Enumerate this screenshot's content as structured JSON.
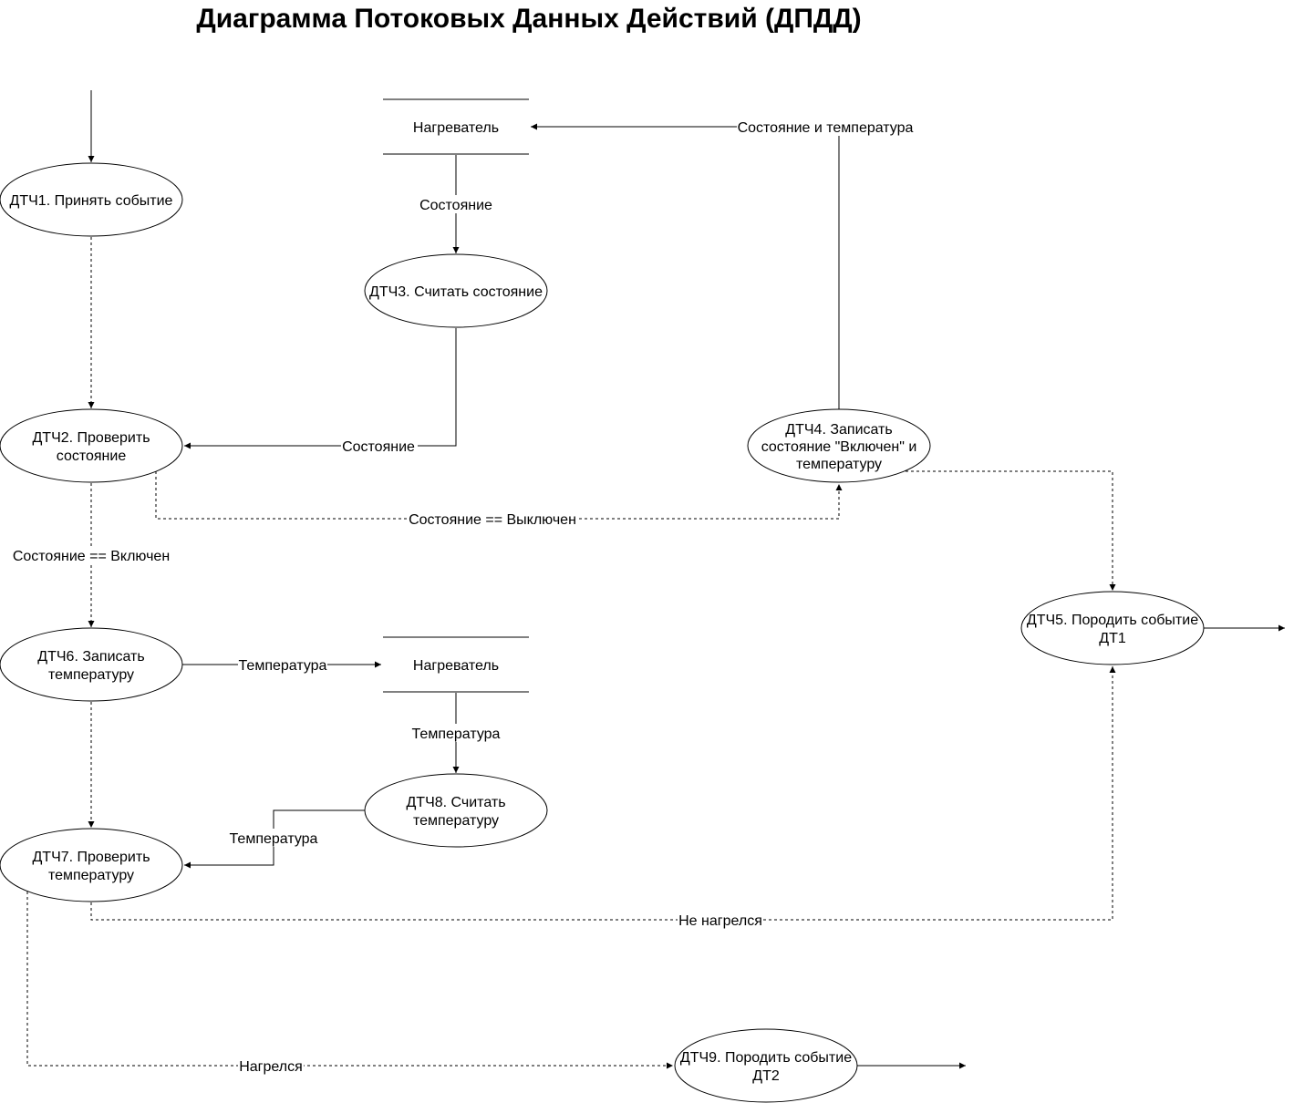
{
  "title": "Диаграмма Потоковых Данных Действий (ДПДД)",
  "processes": {
    "p1": [
      "ДТЧ1. Принять событие"
    ],
    "p2": [
      "ДТЧ2. Проверить",
      "состояние"
    ],
    "p3": [
      "ДТЧ3. Считать состояние"
    ],
    "p4": [
      "ДТЧ4. Записать",
      "состояние \"Включен\" и",
      "температуру"
    ],
    "p5": [
      "ДТЧ5. Породить событие",
      "ДТ1"
    ],
    "p6": [
      "ДТЧ6. Записать",
      "температуру"
    ],
    "p7": [
      "ДТЧ7. Проверить",
      "температуру"
    ],
    "p8": [
      "ДТЧ8. Считать",
      "температуру"
    ],
    "p9": [
      "ДТЧ9. Породить событие",
      "ДТ2"
    ]
  },
  "stores": {
    "s1": "Нагреватель",
    "s2": "Нагреватель"
  },
  "flows": {
    "f_state_temp": "Состояние и температура",
    "f_state_s1_p3": "Состояние",
    "f_state_p3_p2": "Состояние",
    "f_off": "Состояние == Выключен",
    "f_on": "Состояние == Включен",
    "f_temp_p6_s2": "Температура",
    "f_temp_s2_p8": "Температура",
    "f_temp_p8_p7": "Температура",
    "f_not_heated": "Не нагрелся",
    "f_heated": "Нагрелся"
  }
}
